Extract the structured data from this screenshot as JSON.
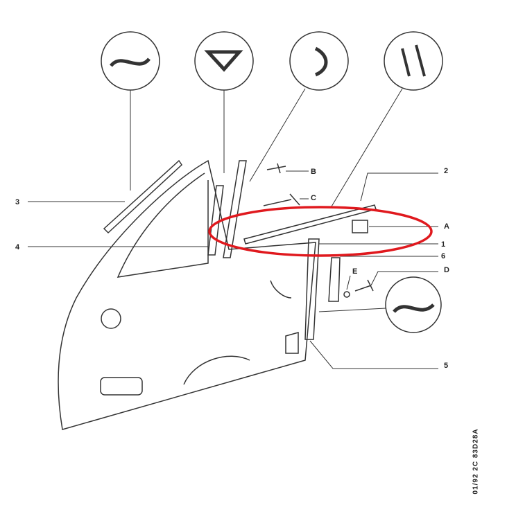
{
  "callouts": {
    "c3": "3",
    "c4": "4",
    "c2": "2",
    "cA": "A",
    "c1": "1",
    "c6": "6",
    "cD": "D",
    "cE": "E",
    "c5": "5",
    "cB": "B",
    "cC": "C"
  },
  "reference_code": "01/92   2C 83D28A",
  "highlight_color": "#e0191e"
}
